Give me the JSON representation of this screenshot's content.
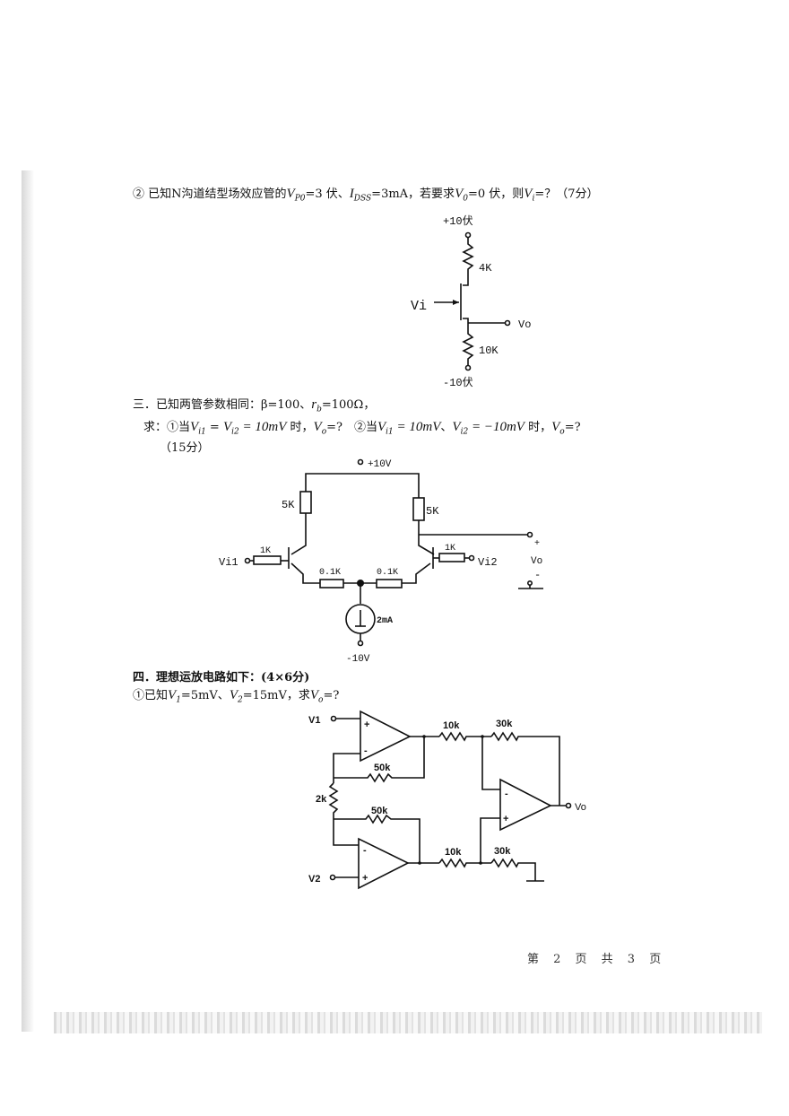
{
  "q2": {
    "prefix": "② 已知N沟道结型场效应管的",
    "vp": "V",
    "vp_sub": "P0",
    "vp_val": "=3 伏、",
    "idss": "I",
    "idss_sub": "DSS",
    "idss_val": "=3mA，若要求",
    "v0": "V",
    "v0_sub": "0",
    "v0_val": "=0 伏，则",
    "vi": "V",
    "vi_sub": "i",
    "suffix": "=？（7分）",
    "circuit": {
      "vdd": "+10伏",
      "rd": "4K",
      "vi": "Vi",
      "vo": "Vo",
      "rs": "10K",
      "vss": "-10伏"
    }
  },
  "q3": {
    "line1": "三．已知两管参数相同：β=100、",
    "rb": "r",
    "rb_sub": "b",
    "rb_val": "=100Ω，",
    "ask_prefix": "求：①当",
    "p1_math": "V",
    "p1_sub1": "i1",
    "p1_eq": " = ",
    "p1_v2": "V",
    "p1_sub2": "i2",
    "p1_val": " = 10mV",
    "p1_suffix": " 时，",
    "vo": "V",
    "vo_sub": "o",
    "vo_q": "=?",
    "p2_prefix": "　②当",
    "p2_v1": "V",
    "p2_sub1": "i1",
    "p2_val1": " = 10mV",
    "p2_sep": "、",
    "p2_v2": "V",
    "p2_sub2": "i2",
    "p2_val2": " = −10mV",
    "p2_suffix": " 时，",
    "score": "（15分）",
    "circuit": {
      "vcc": "+10V",
      "rc1": "5K",
      "rc2": "5K",
      "vi1": "Vi1",
      "rb1": "1K",
      "rb2": "1K",
      "vi2": "Vi2",
      "re1": "0.1K",
      "re2": "0.1K",
      "iee": "2mA",
      "vee": "-10V",
      "plus": "+",
      "vo": "Vo",
      "minus": "-"
    }
  },
  "q4": {
    "title": "四．理想运放电路如下：(4×6分)",
    "sub1_prefix": "①已知",
    "v1": "V",
    "v1_sub": "1",
    "v1_val": "=5mV、",
    "v2": "V",
    "v2_sub": "2",
    "v2_val": "=15mV，求",
    "vo": "V",
    "vo_sub": "o",
    "suffix": "=?",
    "circuit": {
      "v1": "V1",
      "v2": "V2",
      "r1": "10k",
      "r2": "30k",
      "r3": "50k",
      "rg": "2k",
      "r4": "50k",
      "r5": "10k",
      "r6": "30k",
      "vo": "Vo",
      "plus": "+",
      "minus": "-"
    }
  },
  "footer": {
    "page": "第 2 页 共 3 页"
  }
}
